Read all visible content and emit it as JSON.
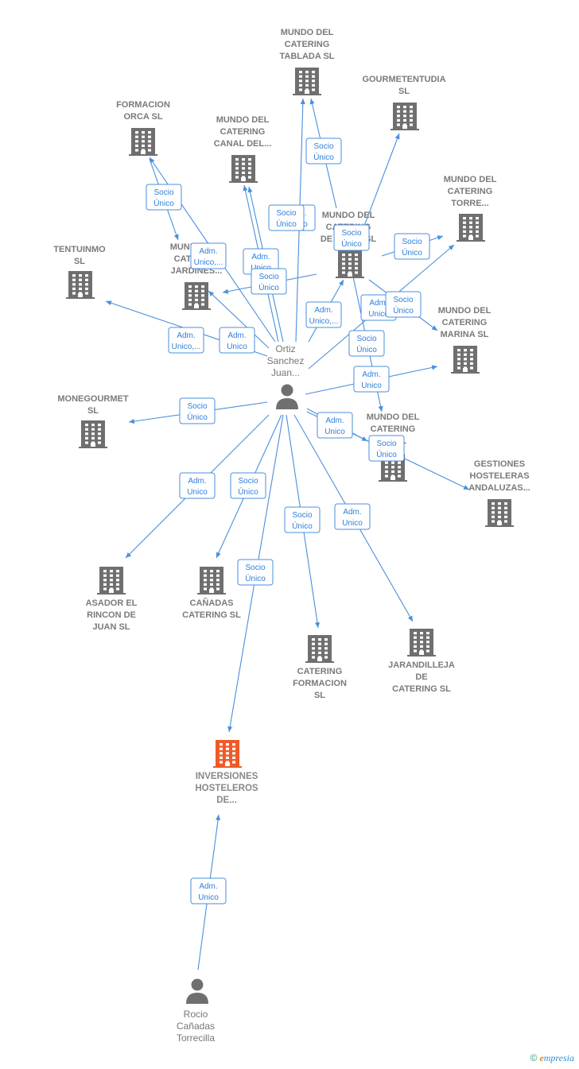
{
  "colors": {
    "edge": "#4a8fdc",
    "company": "#6f6f6f",
    "focus": "#f05a28",
    "person": "#6f6f6f"
  },
  "persons": [
    {
      "id": "ortiz",
      "lines": [
        "Ortiz",
        "Sanchez",
        "Juan..."
      ]
    },
    {
      "id": "rocio",
      "lines": [
        "Rocio",
        "Cañadas",
        "Torrecilla"
      ]
    }
  ],
  "companies": [
    {
      "id": "tablada",
      "lines": [
        "MUNDO DEL",
        "CATERING",
        "TABLADA  SL"
      ]
    },
    {
      "id": "gourmet",
      "lines": [
        "GOURMETENTUDIA",
        "SL"
      ]
    },
    {
      "id": "orca",
      "lines": [
        "FORMACION",
        "ORCA  SL"
      ]
    },
    {
      "id": "canal",
      "lines": [
        "MUNDO DEL",
        "CATERING",
        "CANAL DEL..."
      ]
    },
    {
      "id": "losx",
      "lines": [
        "MUNDO DEL",
        "CATERING",
        "DE LOS ...  SL"
      ]
    },
    {
      "id": "torre",
      "lines": [
        "MUNDO DEL",
        "CATERING",
        "TORRE..."
      ]
    },
    {
      "id": "tentuinmo",
      "lines": [
        "TENTUINMO",
        "SL"
      ]
    },
    {
      "id": "jardines",
      "lines": [
        "MUNDO DEL",
        "CATERING",
        "JARDINES..."
      ]
    },
    {
      "id": "marina",
      "lines": [
        "MUNDO DEL",
        "CATERING",
        "MARINA  SL"
      ]
    },
    {
      "id": "monegourmet",
      "lines": [
        "MONEGOURMET",
        "SL"
      ]
    },
    {
      "id": "catx",
      "lines": [
        "MUNDO DEL",
        "CATERING",
        "C...  SL"
      ]
    },
    {
      "id": "gestiones",
      "lines": [
        "GESTIONES",
        "HOSTELERAS",
        "ANDALUZAS..."
      ]
    },
    {
      "id": "asador",
      "lines": [
        "ASADOR EL",
        "RINCON DE",
        "JUAN SL"
      ]
    },
    {
      "id": "canadas",
      "lines": [
        "CAÑADAS",
        "CATERING  SL"
      ]
    },
    {
      "id": "formacion",
      "lines": [
        "CATERING",
        "FORMACION",
        "SL"
      ]
    },
    {
      "id": "jarandilleja",
      "lines": [
        "JARANDILLEJA",
        "DE",
        "CATERING SL"
      ]
    },
    {
      "id": "inversiones",
      "focus": true,
      "lines": [
        "INVERSIONES",
        "HOSTELEROS",
        "DE..."
      ]
    }
  ],
  "edges": [
    {
      "from": "ortiz",
      "to": "tablada",
      "label": [
        "Adm.",
        "Unico"
      ]
    },
    {
      "from": "losx",
      "to": "tablada",
      "label": [
        "Socio",
        "Único"
      ]
    },
    {
      "from": "losx",
      "to": "gourmet",
      "label": [
        "Socio",
        "Único"
      ]
    },
    {
      "from": "ortiz",
      "to": "orca",
      "label": [
        "Socio",
        "Único"
      ]
    },
    {
      "from": "ortiz",
      "to": "canal",
      "label": [
        "Adm.",
        "Unico"
      ]
    },
    {
      "from": "ortiz",
      "to": "canal",
      "label": [
        "Socio",
        "Único"
      ]
    },
    {
      "from": "ortiz",
      "to": "losx",
      "label": [
        "Adm.",
        "Unico,..."
      ]
    },
    {
      "from": "losx",
      "to": "torre",
      "label": [
        "Socio",
        "Único"
      ]
    },
    {
      "from": "ortiz",
      "to": "torre",
      "label": [
        "Adm.",
        "Unico"
      ]
    },
    {
      "from": "ortiz",
      "to": "tentuinmo",
      "label": [
        "Adm.",
        "Unico,..."
      ]
    },
    {
      "from": "ortiz",
      "to": "jardines",
      "label": [
        "Adm.",
        "Unico"
      ]
    },
    {
      "from": "losx",
      "to": "jardines",
      "label": [
        "Socio",
        "Único"
      ]
    },
    {
      "from": "orca",
      "to": "jardines",
      "label": [
        "Adm.",
        "Unico,..."
      ]
    },
    {
      "from": "losx",
      "to": "marina",
      "label": [
        "Socio",
        "Único"
      ]
    },
    {
      "from": "ortiz",
      "to": "marina",
      "label": [
        "Adm.",
        "Unico"
      ]
    },
    {
      "from": "ortiz",
      "to": "monegourmet",
      "label": [
        "Socio",
        "Único"
      ]
    },
    {
      "from": "ortiz",
      "to": "catx",
      "label": [
        "Adm.",
        "Unico"
      ]
    },
    {
      "from": "losx",
      "to": "catx",
      "label": [
        "Socio",
        "Único"
      ]
    },
    {
      "from": "ortiz",
      "to": "gestiones",
      "label": [
        "Socio",
        "Único"
      ]
    },
    {
      "from": "ortiz",
      "to": "asador",
      "label": [
        "Adm.",
        "Unico"
      ]
    },
    {
      "from": "ortiz",
      "to": "canadas",
      "label": [
        "Socio",
        "Único"
      ]
    },
    {
      "from": "ortiz",
      "to": "formacion",
      "label": [
        "Socio",
        "Único"
      ]
    },
    {
      "from": "ortiz",
      "to": "jarandilleja",
      "label": [
        "Adm.",
        "Unico"
      ]
    },
    {
      "from": "ortiz",
      "to": "inversiones",
      "label": [
        "Socio",
        "Único"
      ]
    },
    {
      "from": "rocio",
      "to": "inversiones",
      "label": [
        "Adm.",
        "Unico"
      ]
    }
  ],
  "brand": {
    "copyright": "©",
    "initial": "e",
    "name": "mpresia"
  }
}
